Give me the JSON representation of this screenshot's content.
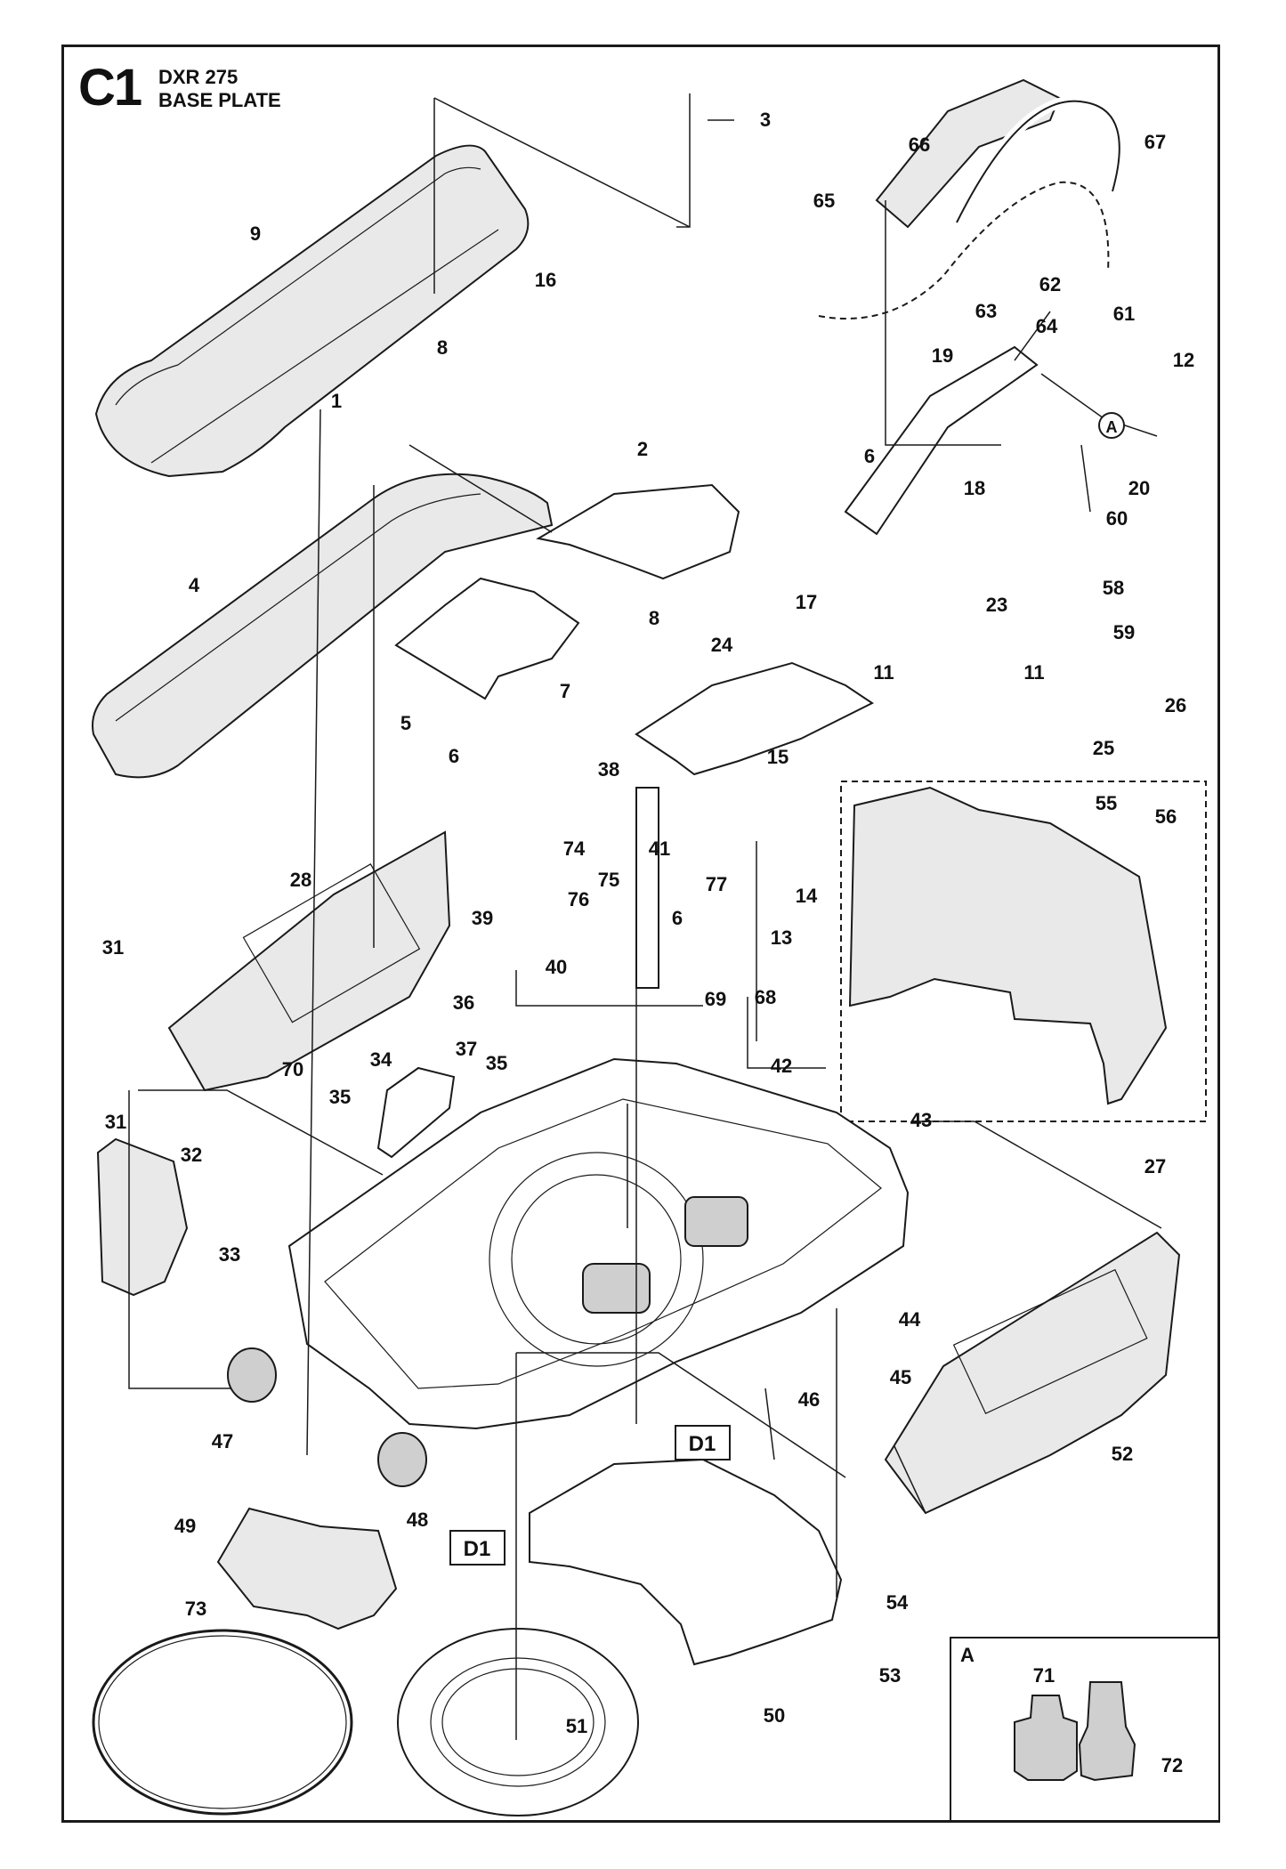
{
  "header": {
    "code": "C1",
    "model": "DXR 275",
    "name": "BASE PLATE"
  },
  "callouts": [
    "1",
    "2",
    "3",
    "4",
    "5",
    "6",
    "6",
    "6",
    "7",
    "8",
    "8",
    "9",
    "11",
    "11",
    "12",
    "13",
    "14",
    "15",
    "16",
    "17",
    "18",
    "19",
    "20",
    "23",
    "24",
    "25",
    "26",
    "27",
    "28",
    "31",
    "31",
    "32",
    "33",
    "34",
    "35",
    "35",
    "36",
    "37",
    "38",
    "39",
    "40",
    "41",
    "42",
    "43",
    "44",
    "45",
    "46",
    "47",
    "48",
    "49",
    "50",
    "51",
    "52",
    "53",
    "54",
    "55",
    "56",
    "58",
    "59",
    "60",
    "61",
    "62",
    "63",
    "64",
    "65",
    "66",
    "67",
    "68",
    "69",
    "70",
    "71",
    "72",
    "73",
    "74",
    "75",
    "76",
    "77"
  ],
  "references": {
    "d1_left": "D1",
    "d1_right": "D1",
    "detail_a": "A",
    "circle_a": "A"
  },
  "inset": {
    "label": "A"
  }
}
